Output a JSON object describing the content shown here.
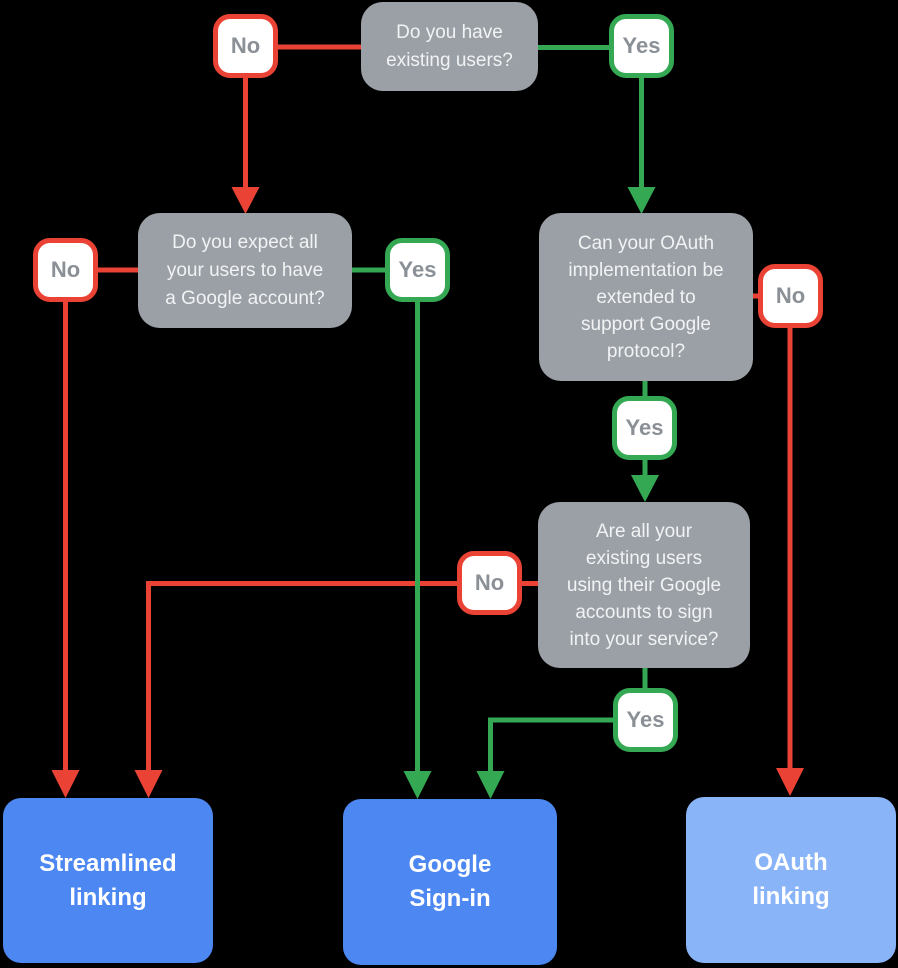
{
  "colors": {
    "red": "#EA4335",
    "green": "#34A853",
    "blue": "#4D87F1",
    "light_blue": "#8AB4F8",
    "gray_box": "#9AA0A6",
    "badge_text": "#8A9096",
    "question_text": "#F1F3F4",
    "result_text": "#FFFFFF",
    "bg": "#000000"
  },
  "labels": {
    "no": "No",
    "yes": "Yes"
  },
  "questions": {
    "existing_users": "Do you have\nexisting users?",
    "google_account_expectation": "Do you expect all\nyour users to have\na Google account?",
    "oauth_extendable": "Can your OAuth\nimplementation be\nextended to\nsupport Google\nprotocol?",
    "users_google_signin": "Are all your\nexisting users\nusing their Google\naccounts to sign\ninto your service?"
  },
  "results": {
    "streamlined_linking": "Streamlined\nlinking",
    "google_signin": "Google\nSign-in",
    "oauth_linking": "OAuth\nlinking"
  }
}
